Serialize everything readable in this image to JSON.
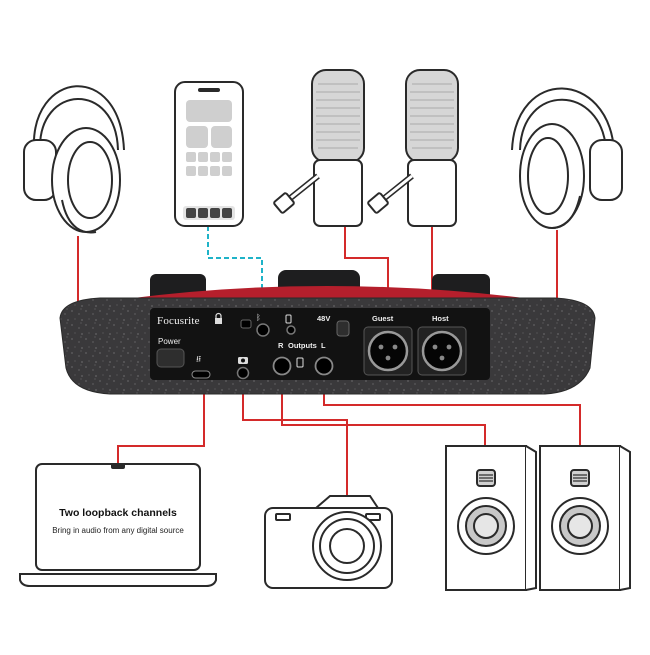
{
  "interface": {
    "brand": "Focusrite",
    "power_label": "Power",
    "outputs_label": "Outputs",
    "r_label": "R",
    "l_label": "L",
    "phantom_label": "48V",
    "guest_label": "Guest",
    "host_label": "Host"
  },
  "laptop": {
    "title": "Two loopback channels",
    "subtitle": "Bring in audio from any digital source"
  },
  "colors": {
    "cable": "#d42a2a",
    "bluetooth_link": "#1fb3c8",
    "device_body": "#3b3a3c",
    "outline": "#2a2a2a"
  },
  "icons": [
    "headphones-icon",
    "smartphone-icon",
    "microphone-icon",
    "laptop-icon",
    "camera-icon",
    "speaker-icon",
    "bluetooth-icon",
    "usb-icon",
    "lock-icon"
  ]
}
